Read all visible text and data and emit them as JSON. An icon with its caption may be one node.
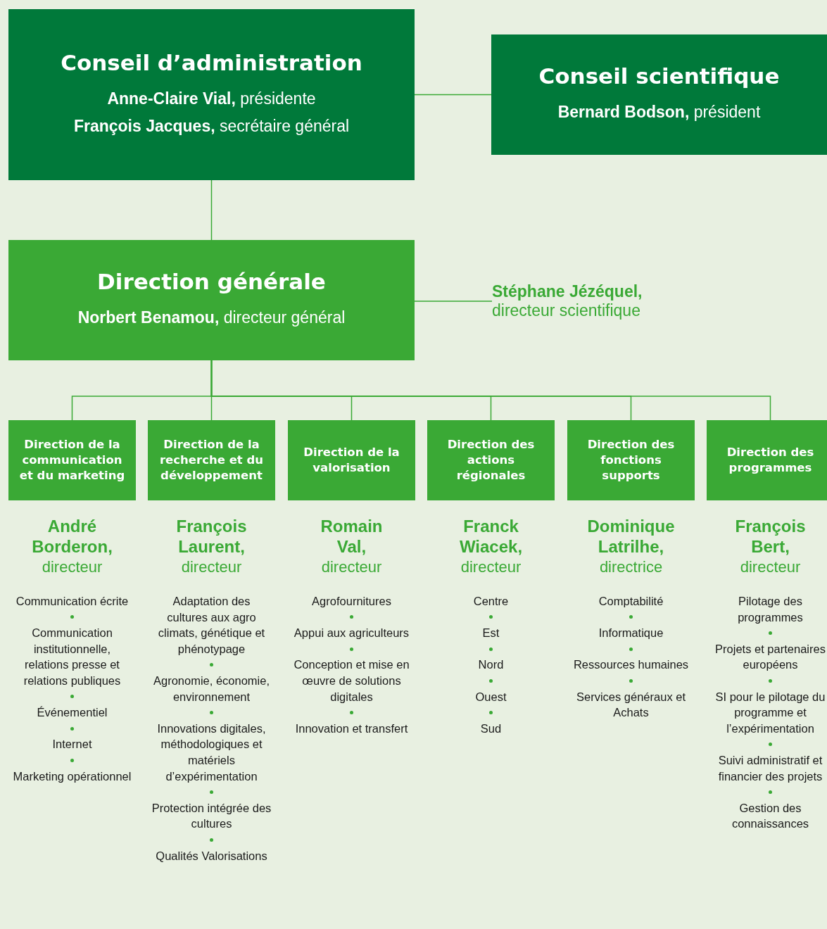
{
  "diagram": {
    "nodes": [
      {
        "text": [
          "Conseil d’administration",
          "**Anne-Claire Vial,** présidente",
          "**François Jacques,** secrétaire général"
        ]
      },
      {
        "text": [
          "Conseil scientifique",
          "**Bernard Bodson,** président"
        ]
      },
      {
        "text": [
          "Direction générale",
          "**Norbert Benamou,** directeur général"
        ]
      },
      {
        "text": [
          "**Stéphane Jézéquel,** directeur scientifique"
        ]
      },
      {
        "text": [
          "Direction de la communication et du marketing"
        ],
        "beside": [
          "André Borderon,",
          "directeur",
          "Communication écrite",
          "Communication institutionnelle, relations presse et relations publiques",
          "Événementiel",
          "Internet",
          "Marketing opérationnel"
        ]
      },
      {
        "text": [
          "Direction de la recherche et du développement"
        ],
        "beside": [
          "François Laurent,",
          "directeur",
          "Adaptation des cultures aux agro climats, génétique et phénotypage",
          "Agronomie, économie, environnement",
          "Innovations digitales, méthodologiques et matériels d’expérimentation",
          "Protection intégrée des cultures",
          "Qualités Valorisations"
        ]
      },
      {
        "text": [
          "Direction de la valorisation"
        ],
        "beside": [
          "Romain Val,",
          "directeur",
          "Agrofournitures",
          "Appui aux agriculteurs",
          "Conception et mise en œuvre de solutions digitales",
          "Innovation et transfert"
        ]
      },
      {
        "text": [
          "Direction des actions régionales"
        ],
        "beside": [
          "Franck Wiacek,",
          "directeur",
          "Centre",
          "Est",
          "Nord",
          "Ouest",
          "Sud"
        ]
      },
      {
        "text": [
          "Direction des fonctions supports"
        ],
        "beside": [
          "Dominique Latrilhe,",
          "directrice",
          "Comptabilité",
          "Informatique",
          "Ressources humaines",
          "Services généraux et Achats"
        ]
      },
      {
        "text": [
          "Direction des programmes"
        ],
        "beside": [
          "François Bert,",
          "directeur",
          "Pilotage des programmes",
          "Projets et partenaires européens",
          "SI pour le pilotage du programme et l’expérimentation",
          "Suivi administratif et financier des projets",
          "Gestion des connaissances"
        ]
      }
    ],
    "edges": [
      {
        "from": 0,
        "to": 1,
        "arrow": "none"
      },
      {
        "from": 0,
        "to": 2,
        "arrow": "none"
      },
      {
        "from": 2,
        "to": 3,
        "arrow": "none"
      },
      {
        "from": 2,
        "to": 4,
        "arrow": "none"
      },
      {
        "from": 2,
        "to": 5,
        "arrow": "none"
      },
      {
        "from": 2,
        "to": 6,
        "arrow": "none"
      },
      {
        "from": 2,
        "to": 7,
        "arrow": "none"
      },
      {
        "from": 2,
        "to": 8,
        "arrow": "none"
      },
      {
        "from": 2,
        "to": 9,
        "arrow": "none"
      }
    ]
  }
}
